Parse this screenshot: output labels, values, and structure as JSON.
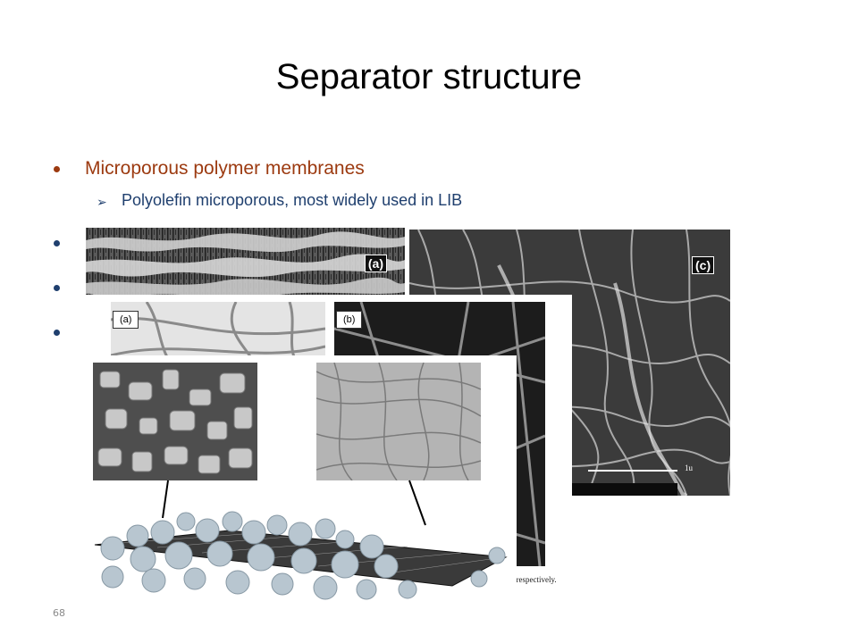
{
  "slide": {
    "title": "Separator structure",
    "bullets": [
      {
        "text": "Microporous polymer membranes",
        "sub": "Polyolefin microporous, most widely used in LIB"
      }
    ],
    "sub_marker": "➢",
    "page_number": "68",
    "colors": {
      "bullet1": "#9c3a10",
      "bullet_other": "#1f3f6e",
      "sub_text": "#1f3f6e"
    }
  },
  "figures": {
    "sem_a_label": "(a)",
    "sem_c_label": "(c)",
    "sem_c_scale": "1u",
    "nonwoven_a_label": "(a)",
    "nonwoven_b_label": "(b)",
    "caption": ", respectively."
  }
}
